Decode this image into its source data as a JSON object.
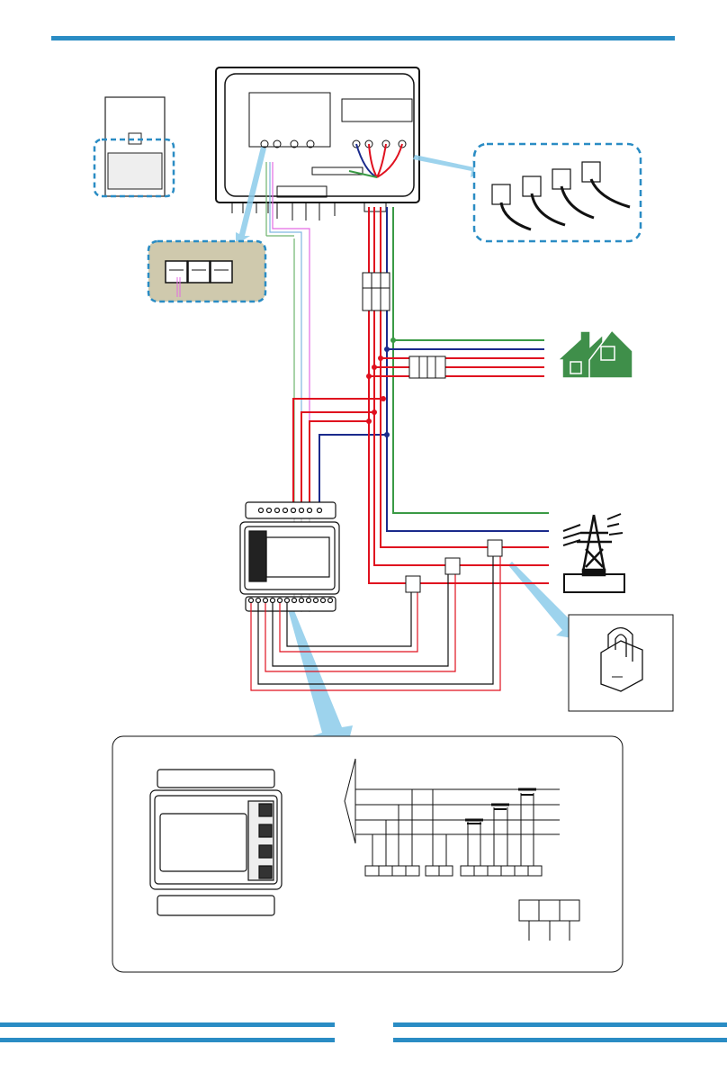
{
  "colors": {
    "header_bar": "#2a8cc4",
    "phase_wire": "#e0111f",
    "neutral_wire": "#1a2a8c",
    "earth_wire": "#3a9a45",
    "house_icon": "#3f8f4a",
    "rj45_panel_bg": "#cfc9ad",
    "callout_arrow": "#8ccbea",
    "dashed_outline": "#2a8cc4",
    "comm_wire_green": "#6fb36f",
    "comm_wire_blue": "#7fb6e0",
    "comm_wire_pink": "#e36be3"
  },
  "icons": [
    "inverter",
    "rj45-ports",
    "ct-clamps",
    "house",
    "power-tower",
    "energy-meter",
    "ct-clamp-detail",
    "circuit-breaker"
  ]
}
